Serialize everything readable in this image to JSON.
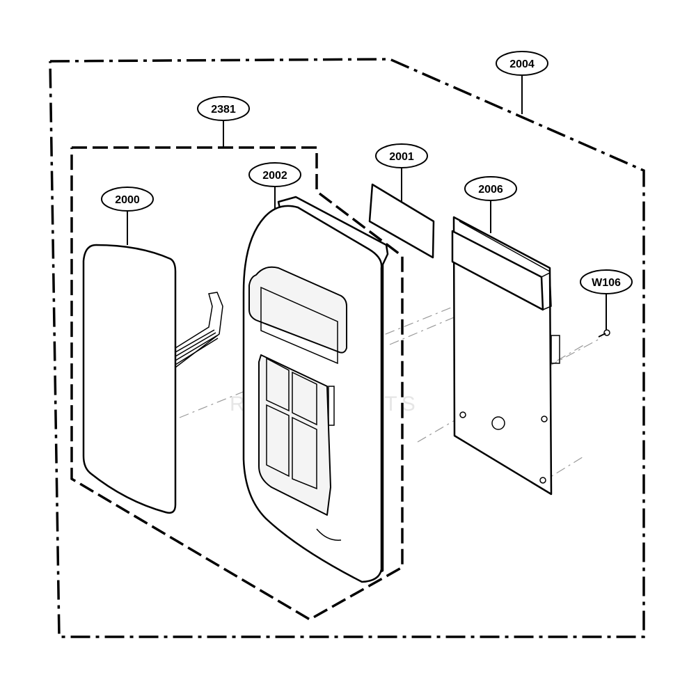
{
  "diagram": {
    "callouts": [
      {
        "id": "2004",
        "label": "2004"
      },
      {
        "id": "2381",
        "label": "2381"
      },
      {
        "id": "2001",
        "label": "2001"
      },
      {
        "id": "2002",
        "label": "2002"
      },
      {
        "id": "2006",
        "label": "2006"
      },
      {
        "id": "2000",
        "label": "2000"
      },
      {
        "id": "w106",
        "label": "W106"
      }
    ],
    "watermark": "REPAIRPARTS"
  }
}
